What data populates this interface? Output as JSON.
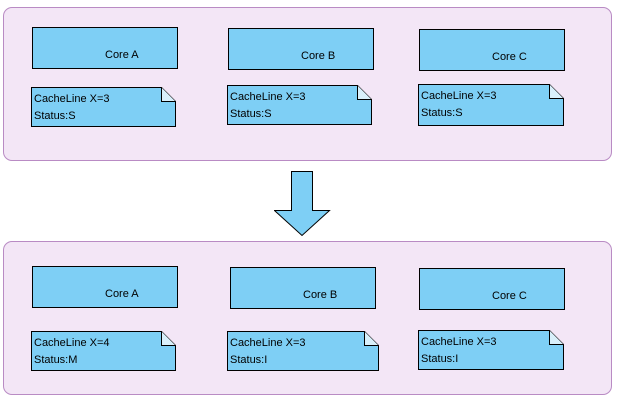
{
  "colors": {
    "panel_fill": "#f3e6f6",
    "panel_border": "#b98bc4",
    "box_fill": "#7ecff5"
  },
  "before": {
    "cores": [
      {
        "label": "Core A",
        "line": "CacheLine  X=3",
        "status": "Status:S"
      },
      {
        "label": "Core B",
        "line": "CacheLine  X=3",
        "status": "Status:S"
      },
      {
        "label": "Core C",
        "line": "CacheLine  X=3",
        "status": "Status:S"
      }
    ]
  },
  "after": {
    "cores": [
      {
        "label": "Core A",
        "line": "CacheLine  X=4",
        "status": "Status:M"
      },
      {
        "label": "Core B",
        "line": "CacheLine  X=3",
        "status": "Status:I"
      },
      {
        "label": "Core C",
        "line": "CacheLine  X=3",
        "status": "Status:I"
      }
    ]
  },
  "transition_icon": "down-arrow-icon"
}
